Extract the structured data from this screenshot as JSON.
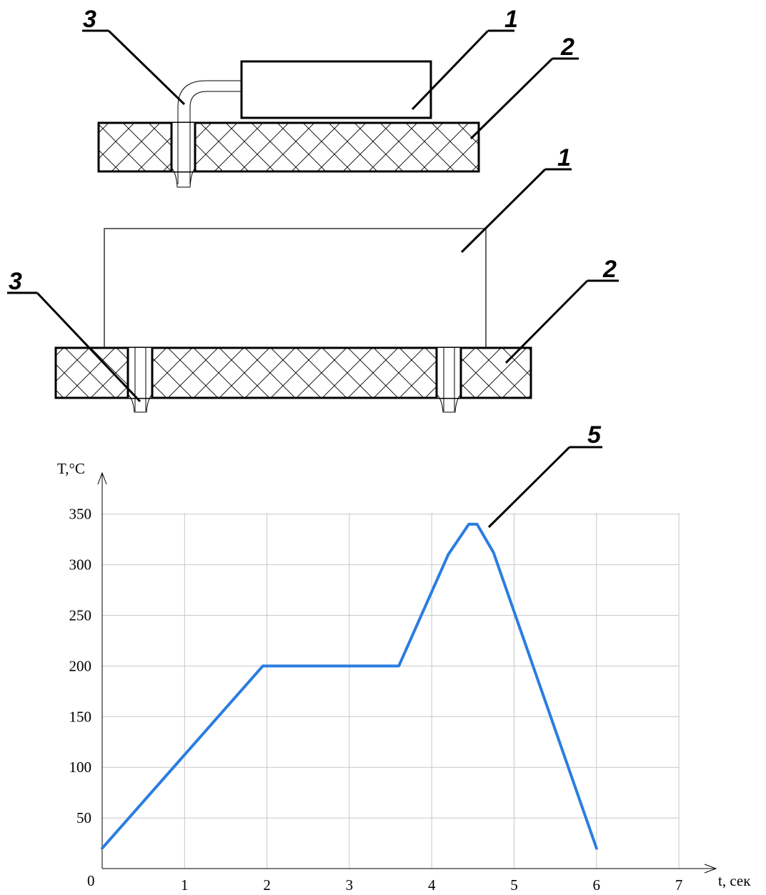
{
  "diagram": {
    "top_assembly": {
      "callouts": {
        "pin": "3",
        "component": "1",
        "board": "2"
      }
    },
    "bottom_assembly": {
      "callouts": {
        "pin": "3",
        "component": "1",
        "board": "2"
      }
    }
  },
  "colors": {
    "curve": "#2b7de0",
    "hatch": "#000000",
    "grid": "#c8c8c8",
    "outline": "#000000"
  },
  "chart_data": {
    "type": "line",
    "callout": "5",
    "xlabel": "t, сек",
    "ylabel": "T,°C",
    "origin_label": "0",
    "xlim": [
      0,
      7
    ],
    "ylim": [
      0,
      350
    ],
    "x_ticks": [
      "1",
      "2",
      "3",
      "4",
      "5",
      "6",
      "7"
    ],
    "y_ticks": [
      "50",
      "100",
      "150",
      "200",
      "250",
      "300",
      "350"
    ],
    "grid": true,
    "series": [
      {
        "x": [
          0,
          1.95,
          3.6,
          4.2,
          4.45,
          4.55,
          4.75,
          6.0
        ],
        "y": [
          20,
          200,
          200,
          310,
          340,
          340,
          312,
          20
        ]
      }
    ]
  }
}
